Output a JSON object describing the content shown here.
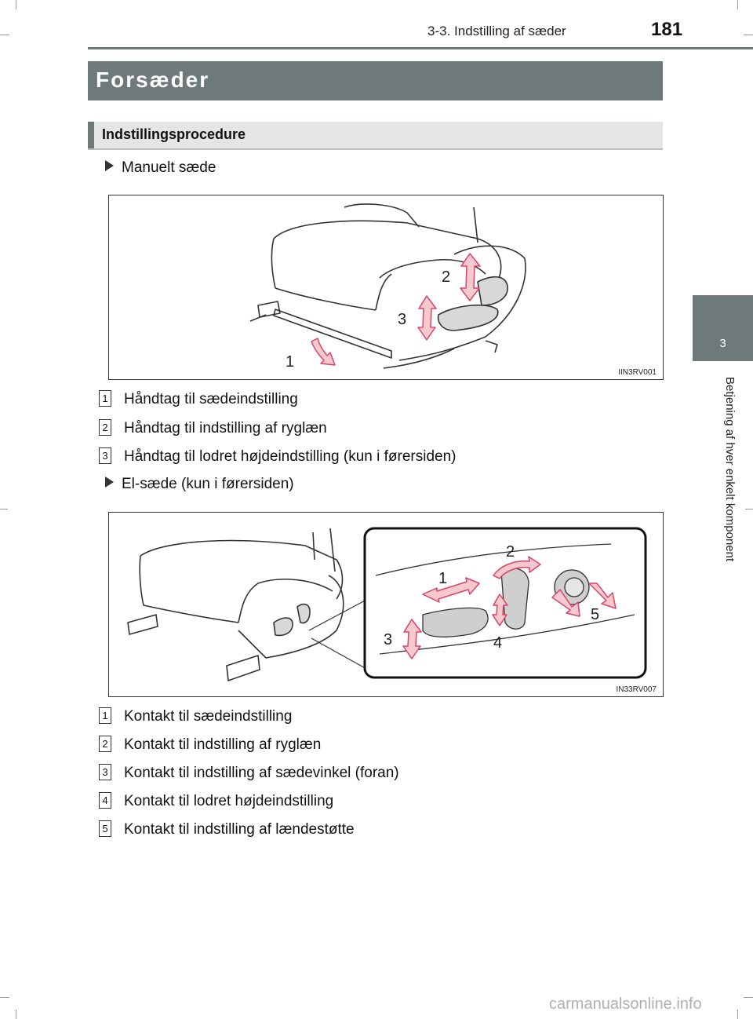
{
  "header": {
    "section": "3-3. Indstilling af sæder",
    "page_number": "181"
  },
  "side_tab": {
    "chapter": "3",
    "label": "Betjening af hver enkelt komponent"
  },
  "title": "Forsæder",
  "subtitle": "Indstillingsprocedure",
  "manual": {
    "heading": "Manuelt sæde",
    "figure_code": "IIN3RV001",
    "callouts": [
      "1",
      "2",
      "3"
    ],
    "items": [
      {
        "num": "1",
        "text": "Håndtag til sædeindstilling"
      },
      {
        "num": "2",
        "text": "Håndtag til indstilling af ryglæn"
      },
      {
        "num": "3",
        "text": "Håndtag til lodret højdeindstilling (kun i førersiden)"
      }
    ]
  },
  "power": {
    "heading": "El-sæde (kun i førersiden)",
    "figure_code": "IN33RV007",
    "callouts": [
      "1",
      "2",
      "3",
      "4",
      "5"
    ],
    "items": [
      {
        "num": "1",
        "text": "Kontakt til sædeindstilling"
      },
      {
        "num": "2",
        "text": "Kontakt til indstilling af ryglæn"
      },
      {
        "num": "3",
        "text": "Kontakt til indstilling af sædevinkel (foran)"
      },
      {
        "num": "4",
        "text": "Kontakt til lodret højdeindstilling"
      },
      {
        "num": "5",
        "text": "Kontakt til indstilling af lændestøtte"
      }
    ]
  },
  "footer": {
    "watermark": "carmanualsonline.info"
  },
  "colors": {
    "accent": "#6e7a79",
    "arrow_fill": "#f6c9cf",
    "arrow_stroke": "#d9436a"
  }
}
